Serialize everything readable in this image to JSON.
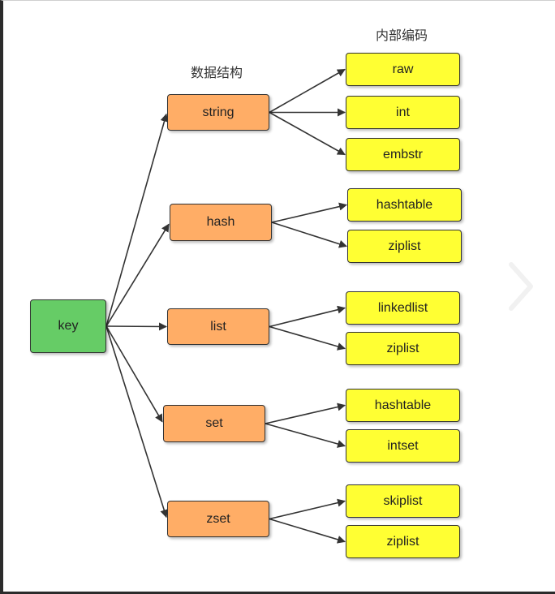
{
  "headings": {
    "data_structures": "数据结构",
    "internal_encoding": "内部编码"
  },
  "root": {
    "label": "key"
  },
  "types": [
    {
      "id": "string",
      "label": "string",
      "encodings": [
        {
          "label": "raw"
        },
        {
          "label": "int"
        },
        {
          "label": "embstr"
        }
      ]
    },
    {
      "id": "hash",
      "label": "hash",
      "encodings": [
        {
          "label": "hashtable"
        },
        {
          "label": "ziplist"
        }
      ]
    },
    {
      "id": "list",
      "label": "list",
      "encodings": [
        {
          "label": "linkedlist"
        },
        {
          "label": "ziplist"
        }
      ]
    },
    {
      "id": "set",
      "label": "set",
      "encodings": [
        {
          "label": "hashtable"
        },
        {
          "label": "intset"
        }
      ]
    },
    {
      "id": "zset",
      "label": "zset",
      "encodings": [
        {
          "label": "skiplist"
        },
        {
          "label": "ziplist"
        }
      ]
    }
  ],
  "colors": {
    "root_fill": "#66cc66",
    "type_fill": "#ffad66",
    "encoding_fill": "#ffff33",
    "edge": "#333333"
  },
  "icons": {
    "next": "chevron-right-icon"
  }
}
